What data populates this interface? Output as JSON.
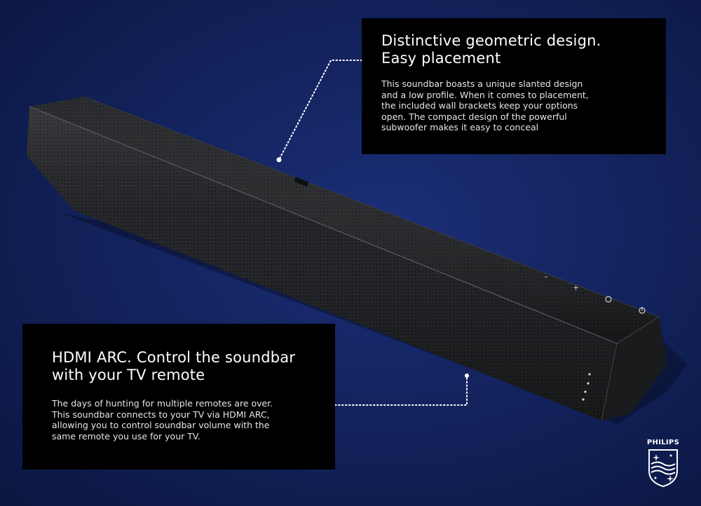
{
  "callouts": {
    "design": {
      "title_line1": "Distinctive geometric design.",
      "title_line2": "Easy placement",
      "body_lines": [
        "This soundbar boasts a unique slanted design",
        "and a low profile. When it comes to placement,",
        "the included wall brackets keep your options",
        "open. The compact design of the powerful",
        "subwoofer makes it easy to conceal"
      ]
    },
    "hdmi": {
      "title_line1": "HDMI ARC. Control the soundbar",
      "title_line2": "with your TV remote",
      "body_lines": [
        "The days of hunting for multiple remotes are over.",
        "This soundbar connects to your TV via HDMI ARC,",
        "allowing you to control soundbar volume with the",
        "same remote you use for your TV."
      ]
    }
  },
  "brand": {
    "logo_text": "PHILIPS"
  },
  "product": {
    "button_labels": {
      "minus": "–",
      "plus": "+"
    }
  },
  "colors": {
    "background": "#13235e",
    "callout_bg": "#000000",
    "text": "#ffffff",
    "soundbar_body": "#2a2b2e"
  }
}
